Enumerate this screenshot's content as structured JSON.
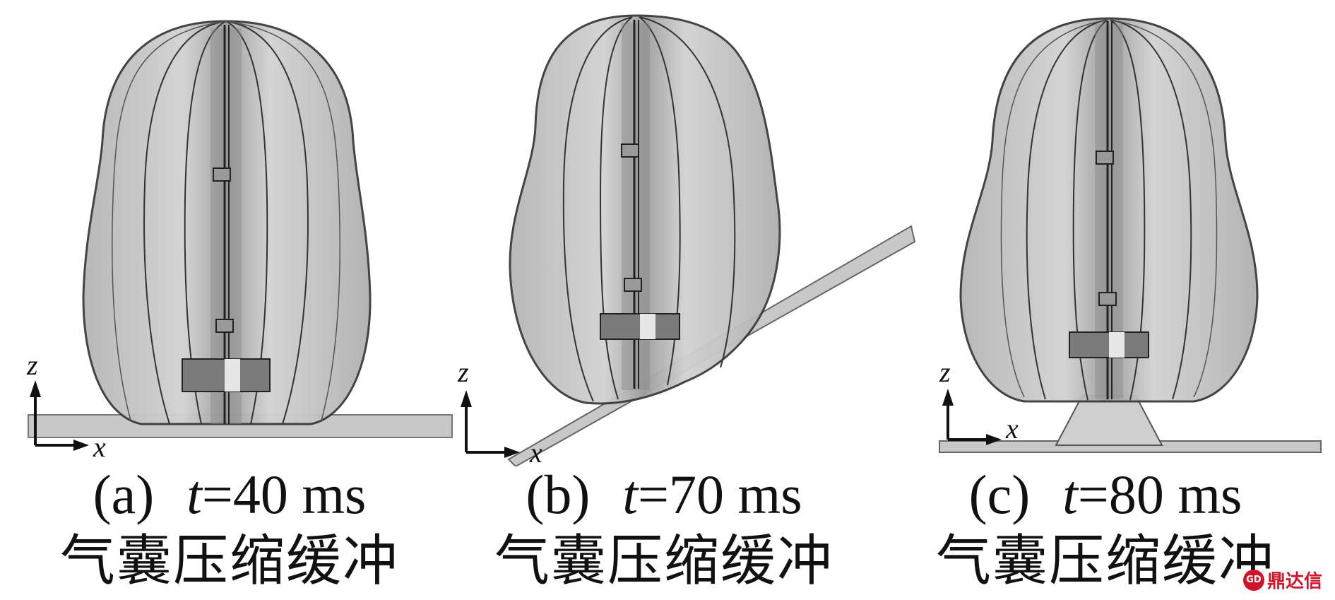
{
  "panels": [
    {
      "letter": "(a)",
      "t_symbol": "t",
      "t_value": "=40 ms",
      "description": "气囊压缩缓冲",
      "ground": "flat"
    },
    {
      "letter": "(b)",
      "t_symbol": "t",
      "t_value": "=70 ms",
      "description": "气囊压缩缓冲",
      "ground": "inclined"
    },
    {
      "letter": "(c)",
      "t_symbol": "t",
      "t_value": "=80 ms",
      "description": "气囊压缩缓冲",
      "ground": "flat-with-support"
    }
  ],
  "axes": {
    "vertical": "z",
    "horizontal": "x"
  },
  "watermark": {
    "logo": "GD",
    "text": "鼎达信"
  },
  "colors": {
    "airbag_fill": "#c4c4c4",
    "airbag_edge": "#3a3a3a",
    "ground_fill": "#c8c8c8",
    "watermark": "#d0142c"
  }
}
